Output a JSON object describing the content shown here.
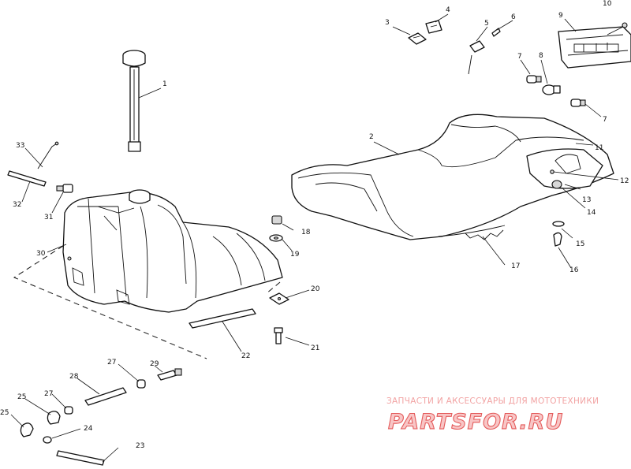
{
  "callouts": [
    {
      "id": "c1",
      "text": "1"
    },
    {
      "id": "c2",
      "text": "2"
    },
    {
      "id": "c3",
      "text": "3"
    },
    {
      "id": "c4",
      "text": "4"
    },
    {
      "id": "c5",
      "text": "5"
    },
    {
      "id": "c6",
      "text": "6"
    },
    {
      "id": "c7a",
      "text": "7"
    },
    {
      "id": "c7b",
      "text": "7"
    },
    {
      "id": "c8",
      "text": "8"
    },
    {
      "id": "c9",
      "text": "9"
    },
    {
      "id": "c10",
      "text": "10"
    },
    {
      "id": "c11",
      "text": "11"
    },
    {
      "id": "c12",
      "text": "12"
    },
    {
      "id": "c13",
      "text": "13"
    },
    {
      "id": "c14",
      "text": "14"
    },
    {
      "id": "c15",
      "text": "15"
    },
    {
      "id": "c16",
      "text": "16"
    },
    {
      "id": "c17",
      "text": "17"
    },
    {
      "id": "c18",
      "text": "18"
    },
    {
      "id": "c19",
      "text": "19"
    },
    {
      "id": "c20",
      "text": "20"
    },
    {
      "id": "c21",
      "text": "21"
    },
    {
      "id": "c22",
      "text": "22"
    },
    {
      "id": "c23",
      "text": "23"
    },
    {
      "id": "c24",
      "text": "24"
    },
    {
      "id": "c25a",
      "text": "25"
    },
    {
      "id": "c25b",
      "text": "25"
    },
    {
      "id": "c27a",
      "text": "27"
    },
    {
      "id": "c27b",
      "text": "27"
    },
    {
      "id": "c28",
      "text": "28"
    },
    {
      "id": "c29",
      "text": "29"
    },
    {
      "id": "c30",
      "text": "30"
    },
    {
      "id": "c31",
      "text": "31"
    },
    {
      "id": "c32",
      "text": "32"
    },
    {
      "id": "c33",
      "text": "33"
    }
  ],
  "watermark": {
    "text": "ЗАПЧАСТИ И АКСЕССУАРЫ ДЛЯ МОТОТЕХНИКИ",
    "logo": "PARTSFOR.RU",
    "color": "#e45b5b"
  }
}
